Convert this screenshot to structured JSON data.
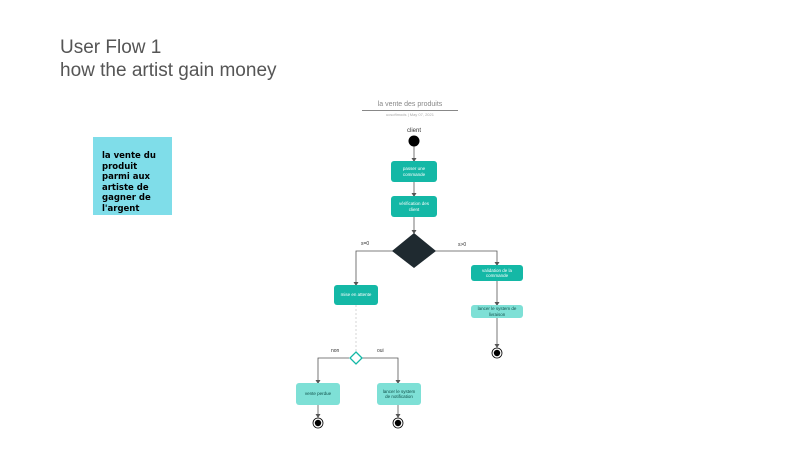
{
  "slide": {
    "title_line1": "User Flow 1",
    "title_line2": "how the artist gain money"
  },
  "note": {
    "text": "la vente du produit parmi aux artiste de gagner de l'argent"
  },
  "diagram": {
    "title": "la vente des produits",
    "subtitle": "ucsoftmods | May 07, 2021",
    "start_label": "client",
    "nodes": {
      "passer_commande": "passer une commande",
      "verification_client": "vérification des client",
      "mise_en_attente": "mise en attente",
      "validation_commande": "validation de la commande",
      "lancer_livraison": "lancer le system de livraison",
      "vente_perdue": "vente perdue",
      "lancer_notification": "lancer le system de notification"
    },
    "guards": {
      "left": "s=0",
      "right": "s>0",
      "no": "non",
      "yes": "oui"
    }
  },
  "colors": {
    "note_bg": "#7fdde9",
    "node_dark": "#14b8a6",
    "node_light": "#7ee0d6",
    "decision": "#1f2a30",
    "decision_small": "#14b8a6"
  }
}
